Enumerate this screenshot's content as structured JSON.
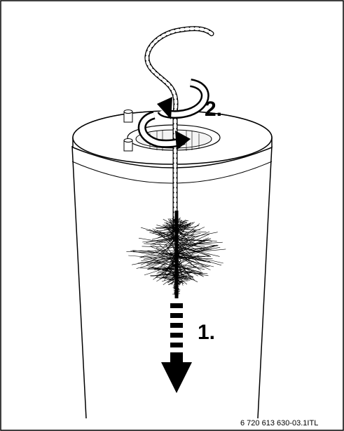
{
  "figure": {
    "step_pull_down": "1.",
    "step_rotate": "2.",
    "figure_code": "6 720 613 630-03.1ITL"
  },
  "icons": {
    "pull_arrow": "down-arrow-dashed",
    "rotate_arrow": "rotate-icon",
    "brush": "cleaning-brush"
  }
}
